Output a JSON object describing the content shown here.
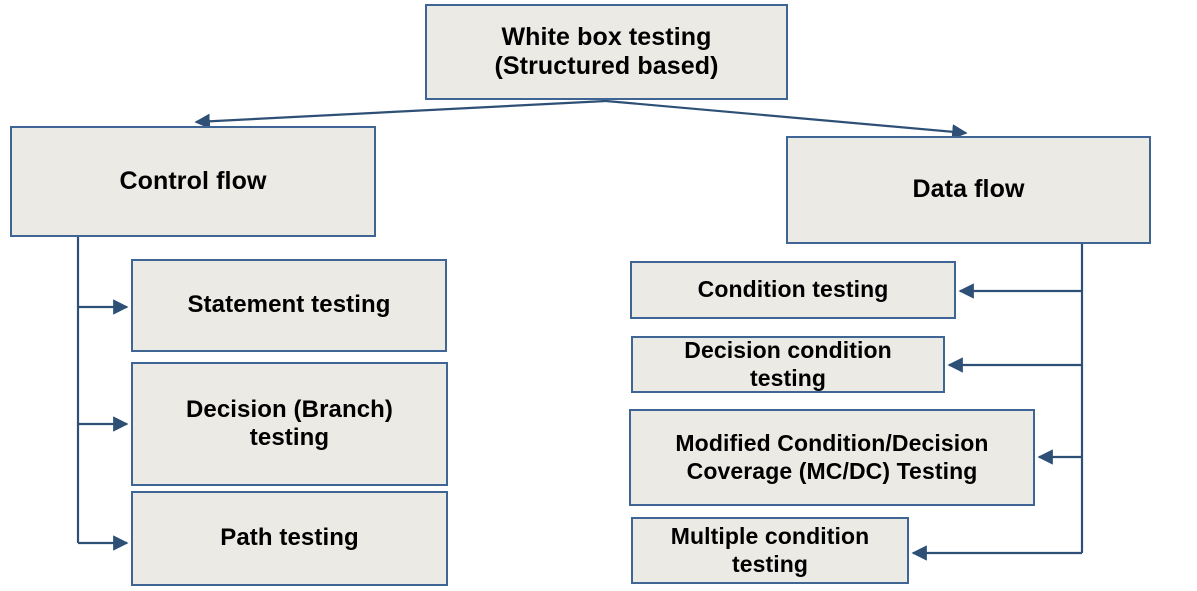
{
  "diagram": {
    "title_node": {
      "id": "white-box-testing",
      "label": "White box testing\n(Structured based)"
    },
    "branches": [
      {
        "id": "control-flow",
        "label": "Control flow",
        "children": [
          {
            "id": "statement-testing",
            "label": "Statement testing"
          },
          {
            "id": "decision-branch-testing",
            "label": "Decision (Branch)\ntesting"
          },
          {
            "id": "path-testing",
            "label": "Path testing"
          }
        ]
      },
      {
        "id": "data-flow",
        "label": "Data flow",
        "children": [
          {
            "id": "condition-testing",
            "label": "Condition testing"
          },
          {
            "id": "decision-condition-testing",
            "label": "Decision condition\ntesting"
          },
          {
            "id": "mcdc-testing",
            "label": "Modified Condition/Decision\nCoverage (MC/DC) Testing"
          },
          {
            "id": "multiple-condition-testing",
            "label": "Multiple condition\ntesting"
          }
        ]
      }
    ],
    "colors": {
      "node_fill": "#ECEAE4",
      "node_border": "#3E6593",
      "connector": "#2E5076",
      "text": "#000000",
      "background": "#FFFFFF"
    }
  }
}
